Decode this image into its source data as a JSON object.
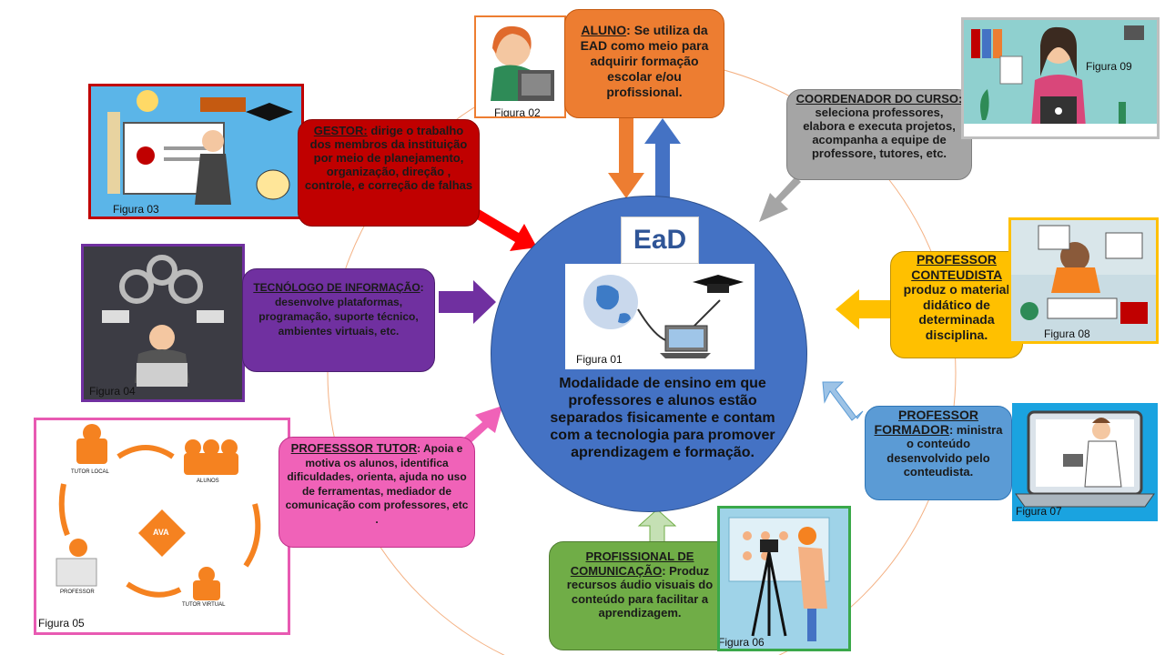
{
  "center": {
    "logo": "EaD",
    "figure_label": "Figura 01",
    "text": "Modalidade de ensino em que professores e alunos estão separados fisicamente e contam com a tecnologia para promover aprendizagem e formação.",
    "color": "#4472c4"
  },
  "aluno": {
    "heading": "ALUNO",
    "text": ": Se utiliza da EAD como meio para adquirir formação escolar e/ou profissional.",
    "figure_label": "Figura 02",
    "color": "#ed7d31"
  },
  "gestor": {
    "heading": "GESTOR:",
    "text": " dirige o trabalho dos membros da instituição por meio de planejamento, organização, direção , controle, e correção de falhas",
    "figure_label": "Figura 03",
    "color": "#c00000"
  },
  "tecnologo": {
    "heading": "TECNÓLOGO DE INFORMAÇÃO",
    "text": ": desenvolve plataformas, programação, suporte técnico, ambientes virtuais, etc.",
    "figure_label": "Figura 04",
    "color": "#7030a0"
  },
  "tutor": {
    "heading": "PROFESSSOR TUTOR",
    "text": ": Apoia e motiva os alunos, identifica dificuldades, orienta, ajuda no uso de ferramentas, mediador de comunicação com professores, etc .",
    "figure_label": "Figura 05",
    "color": "#f062b8",
    "diagram_labels": {
      "tutor_local": "TUTOR LOCAL",
      "alunos": "ALUNOS",
      "ava": "AVA",
      "professor": "PROFESSOR",
      "tutor_virtual": "TUTOR VIRTUAL"
    }
  },
  "comunicacao": {
    "heading": "PROFISSIONAL DE COMUNICAÇÃO",
    "text": ": Produz recursos áudio visuais do conteúdo para facilitar a aprendizagem.",
    "figure_label": "Figura 06",
    "color": "#70ad47"
  },
  "formador": {
    "heading": "PROFESSOR FORMADOR",
    "text": ": ministra o conteúdo desenvolvido pelo conteudista.",
    "figure_label": "Figura 07",
    "color": "#5b9bd5"
  },
  "conteudista": {
    "heading": "PROFESSOR CONTEUDISTA",
    "text": " produz o material didático de determinada disciplina.",
    "figure_label": "Figura 08",
    "color": "#ffc000"
  },
  "coordenador": {
    "heading": "COORDENADOR DO CURSO:",
    "text": " seleciona professores, elabora e executa projetos, acompanha a equipe de professore, tutores, etc.",
    "figure_label": "Figura 09",
    "color": "#a5a5a5"
  }
}
